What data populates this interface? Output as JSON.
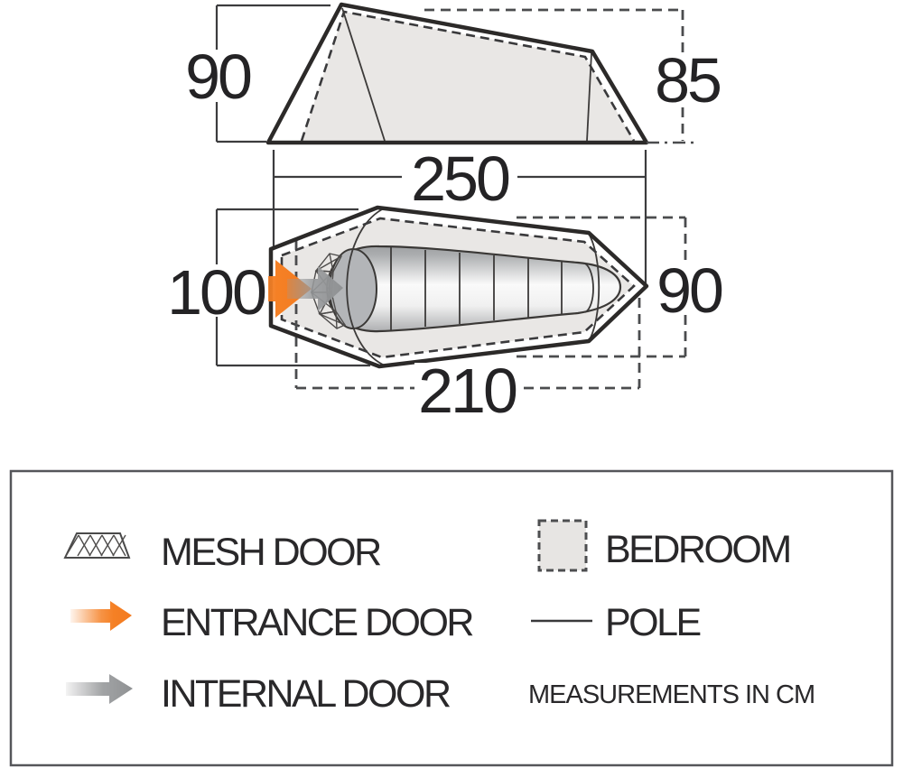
{
  "diagram": {
    "title": "tent-dimensions-diagram",
    "side_view": {
      "height_left": "90",
      "height_right": "85",
      "length": "250"
    },
    "plan_view": {
      "width_left": "100",
      "width_right": "90",
      "bedroom_length": "210"
    },
    "legend": {
      "items_left": [
        {
          "icon": "mesh-door-icon",
          "label": "MESH DOOR"
        },
        {
          "icon": "entrance-door-arrow-icon",
          "label": "ENTRANCE DOOR"
        },
        {
          "icon": "internal-door-arrow-icon",
          "label": "INTERNAL DOOR"
        }
      ],
      "items_right": [
        {
          "icon": "bedroom-swatch-icon",
          "label": "BEDROOM"
        },
        {
          "icon": "pole-line-icon",
          "label": "POLE"
        }
      ],
      "note": "MEASUREMENTS IN CM"
    },
    "colors": {
      "accent_orange": "#F58025",
      "arrow_gray": "#97999B",
      "tent_fill": "#E9E7E5",
      "line_dark": "#2C2A29",
      "sleeping_bag_gray": "#B3B5B8"
    }
  }
}
